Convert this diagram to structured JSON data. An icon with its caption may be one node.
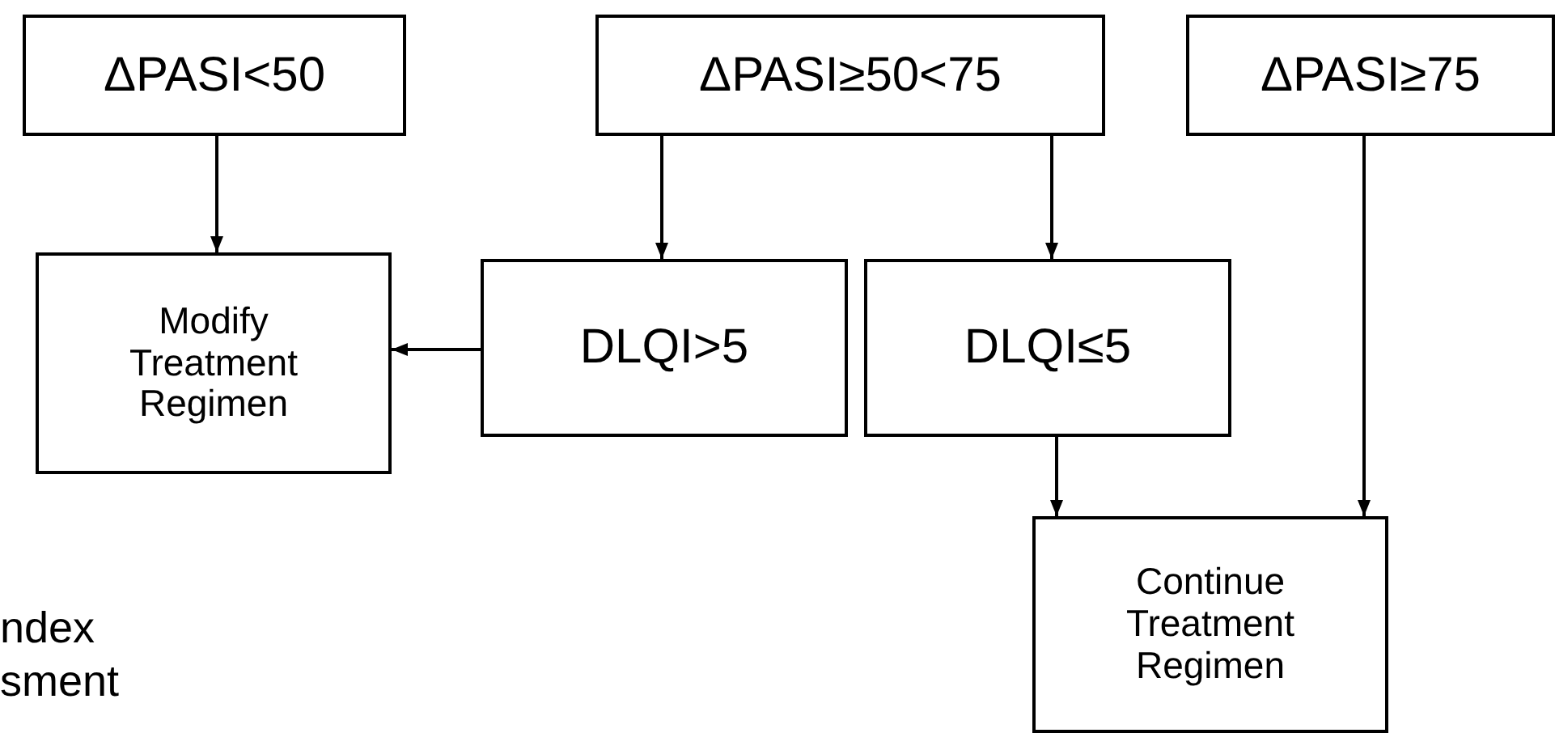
{
  "diagram": {
    "nodes": [
      {
        "text": [
          "ΔPASI<50"
        ]
      },
      {
        "text": [
          "ΔPASI≥50<75"
        ]
      },
      {
        "text": [
          "ΔPASI≥75"
        ]
      },
      {
        "text": [
          "Modify Treatment Regimen"
        ]
      },
      {
        "text": [
          "DLQI>5"
        ]
      },
      {
        "text": [
          "DLQI≤5"
        ]
      },
      {
        "text": [
          "Continue Treatment Regimen"
        ]
      }
    ],
    "edges": [
      {
        "from": 0,
        "to": 3,
        "arrow": "to"
      },
      {
        "from": 1,
        "to": 4,
        "arrow": "to"
      },
      {
        "from": 1,
        "to": 5,
        "arrow": "to"
      },
      {
        "from": 4,
        "to": 3,
        "arrow": "to"
      },
      {
        "from": 5,
        "to": 6,
        "arrow": "to"
      },
      {
        "from": 2,
        "to": 6,
        "arrow": "to"
      }
    ],
    "labels": [
      "ndex",
      "sment"
    ]
  }
}
